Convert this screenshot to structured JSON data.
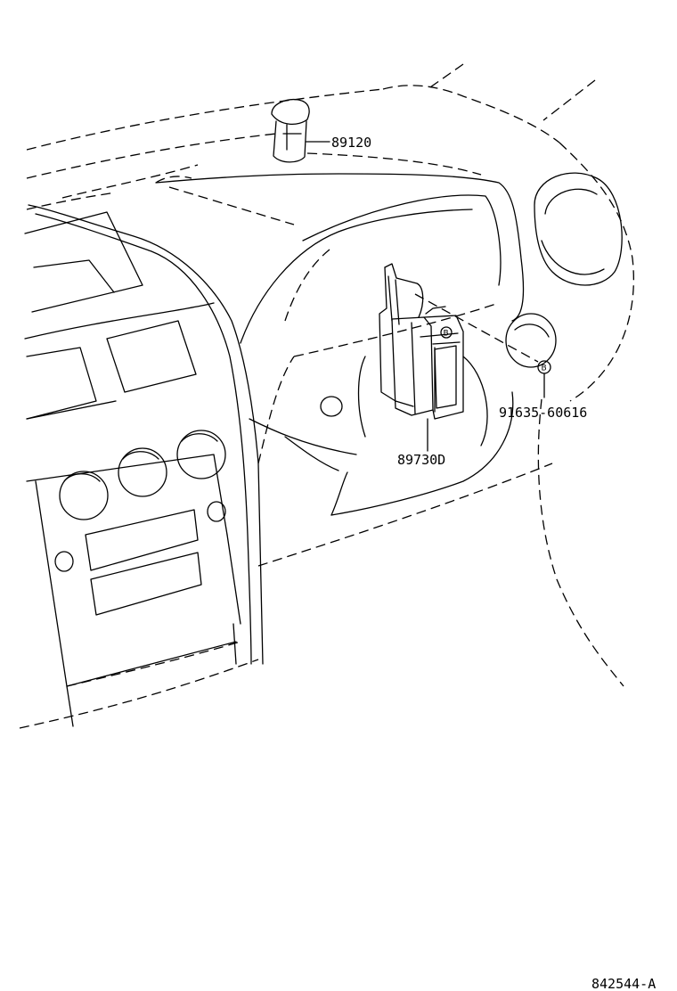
{
  "diagram": {
    "labels": {
      "sensor": "89120",
      "ecu": "89730D",
      "bolt": "91635-60616",
      "reference": "842544-A",
      "bolt_marker": "B",
      "ecu_marker": "B"
    }
  }
}
